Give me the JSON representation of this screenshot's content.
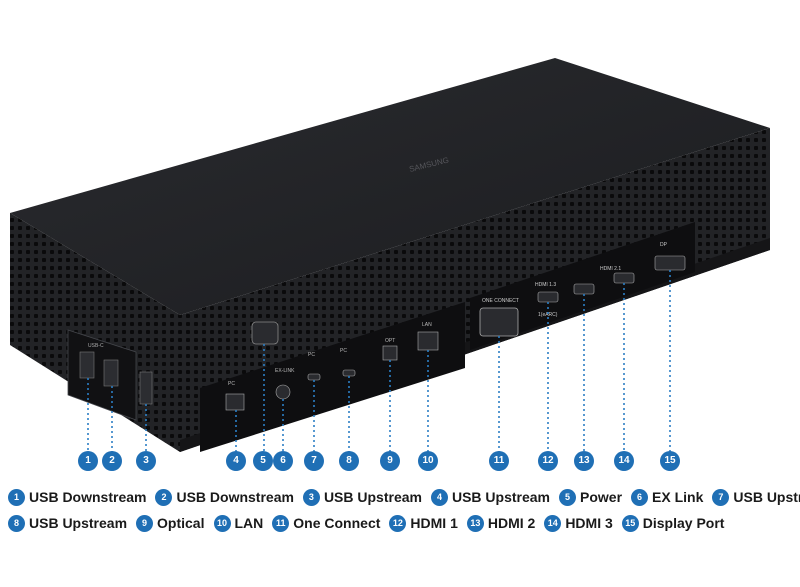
{
  "device": {
    "brand_mark": "SAMSUNG",
    "port_labels": {
      "usb_group": "USB-C",
      "pc_1": "PC",
      "ex_link": "EX-LINK",
      "pc_2": "PC",
      "pc_3": "PC",
      "optical": "OPT",
      "lan": "LAN",
      "one_connect": "ONE CONNECT",
      "hdmi_arc": "HDMI 1.3",
      "hdmi_group": "HDMI 2.1",
      "hdmi_arc_sub": "1(eARC)",
      "dp": "DP"
    }
  },
  "callouts": [
    "1",
    "2",
    "3",
    "4",
    "5",
    "6",
    "7",
    "8",
    "9",
    "10",
    "11",
    "12",
    "13",
    "14",
    "15"
  ],
  "legend": [
    {
      "num": "1",
      "label": "USB Downstream"
    },
    {
      "num": "2",
      "label": "USB Downstream"
    },
    {
      "num": "3",
      "label": "USB Upstream"
    },
    {
      "num": "4",
      "label": "USB Upstream"
    },
    {
      "num": "5",
      "label": "Power"
    },
    {
      "num": "6",
      "label": "EX Link"
    },
    {
      "num": "7",
      "label": "USB Upstream"
    },
    {
      "num": "8",
      "label": "USB Upstream"
    },
    {
      "num": "9",
      "label": "Optical"
    },
    {
      "num": "10",
      "label": "LAN"
    },
    {
      "num": "11",
      "label": "One Connect"
    },
    {
      "num": "12",
      "label": "HDMI 1"
    },
    {
      "num": "13",
      "label": "HDMI 2"
    },
    {
      "num": "14",
      "label": "HDMI 3"
    },
    {
      "num": "15",
      "label": "Display Port"
    }
  ]
}
